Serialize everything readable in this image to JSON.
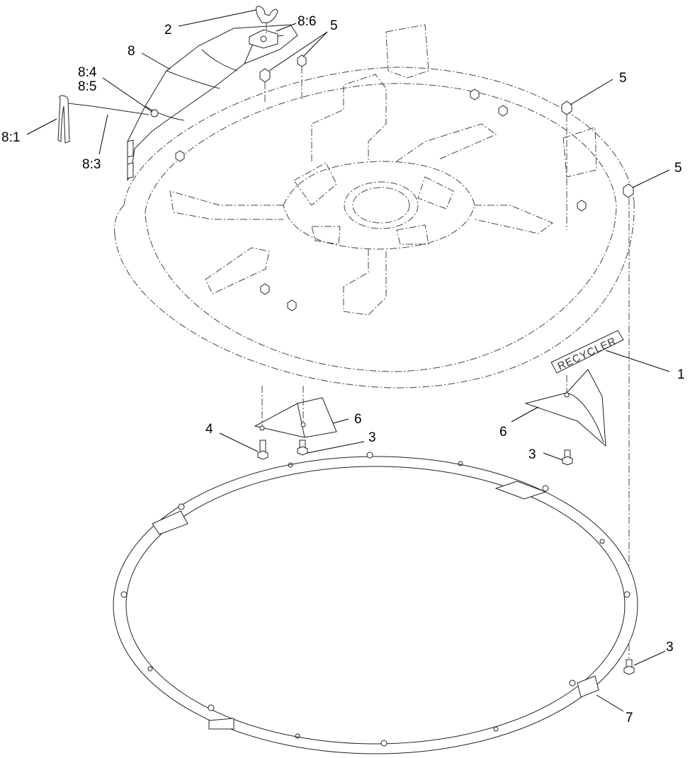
{
  "decal_text": "RECYCLER",
  "callouts": [
    "2",
    "8:6",
    "5",
    "8",
    "8:4",
    "8:5",
    "8:1",
    "8:3",
    "5",
    "5",
    "1",
    "6",
    "4",
    "3",
    "6",
    "3",
    "3",
    "7"
  ]
}
